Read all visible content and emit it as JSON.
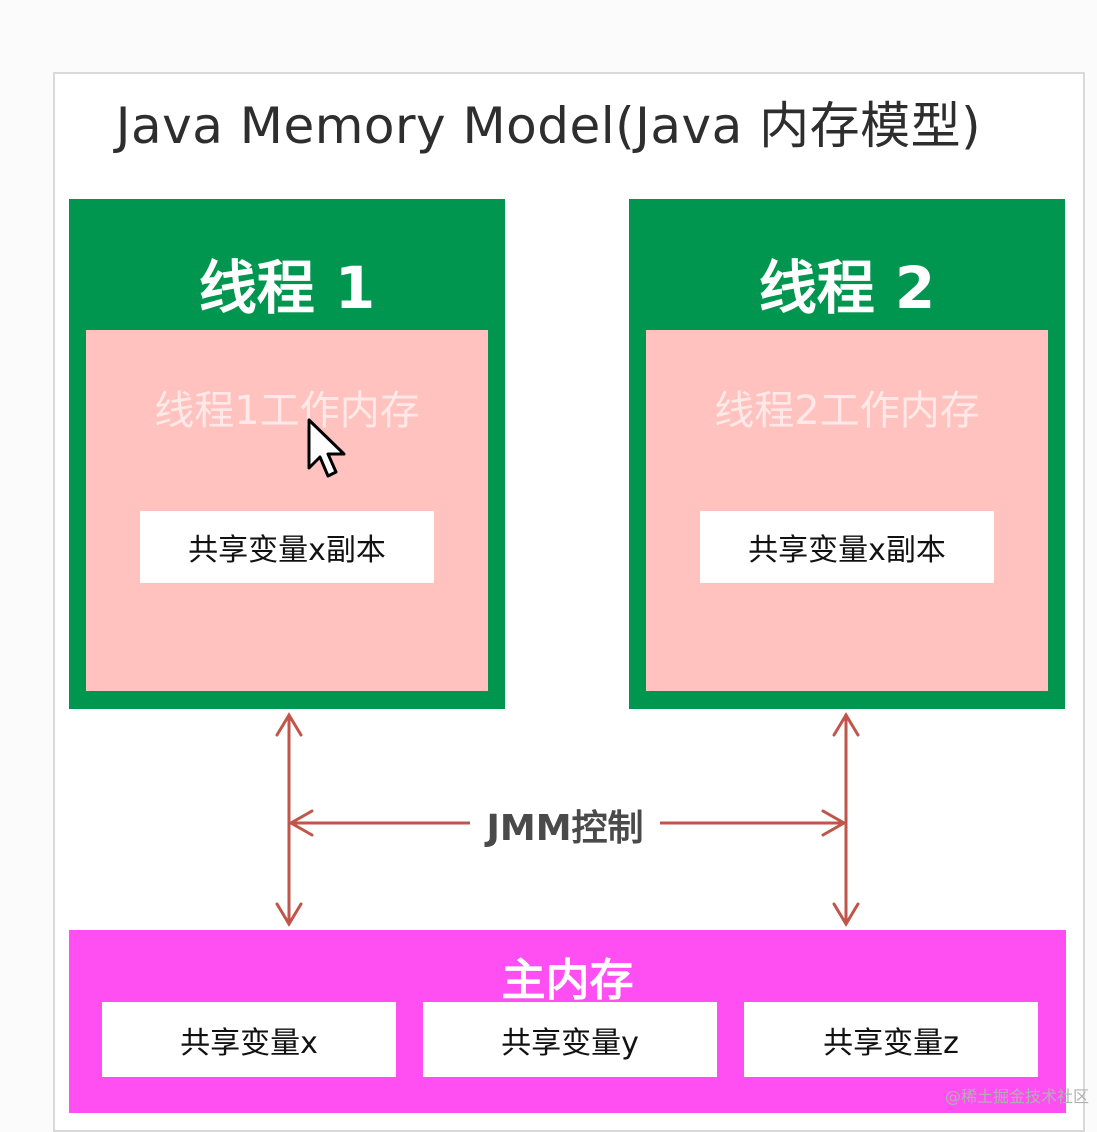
{
  "diagram": {
    "title": "Java Memory Model(Java 内存模型)",
    "threads": [
      {
        "title": "线程 1",
        "work_memory": "线程1工作内存",
        "copy": "共享变量x副本"
      },
      {
        "title": "线程 2",
        "work_memory": "线程2工作内存",
        "copy": "共享变量x副本"
      }
    ],
    "control_label": "JMM控制",
    "main_memory": {
      "title": "主内存",
      "variables": [
        "共享变量x",
        "共享变量y",
        "共享变量z"
      ]
    }
  },
  "watermark": "@稀土掘金技术社区",
  "colors": {
    "thread_green": "#00964f",
    "work_memory_pink": "#ffc2bf",
    "main_memory_magenta": "#ff4ff3",
    "arrow": "#c0554a"
  },
  "icons": {
    "cursor": "mouse-pointer-icon"
  }
}
